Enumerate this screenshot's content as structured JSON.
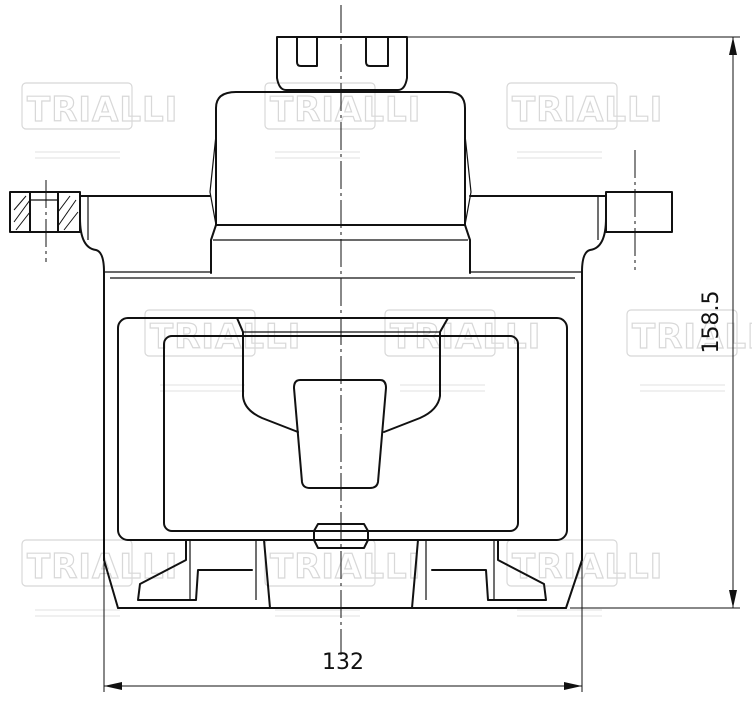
{
  "watermark": {
    "brand": "TRIALLI"
  },
  "dimensions": {
    "width_label": "132",
    "height_label": "158.5"
  }
}
